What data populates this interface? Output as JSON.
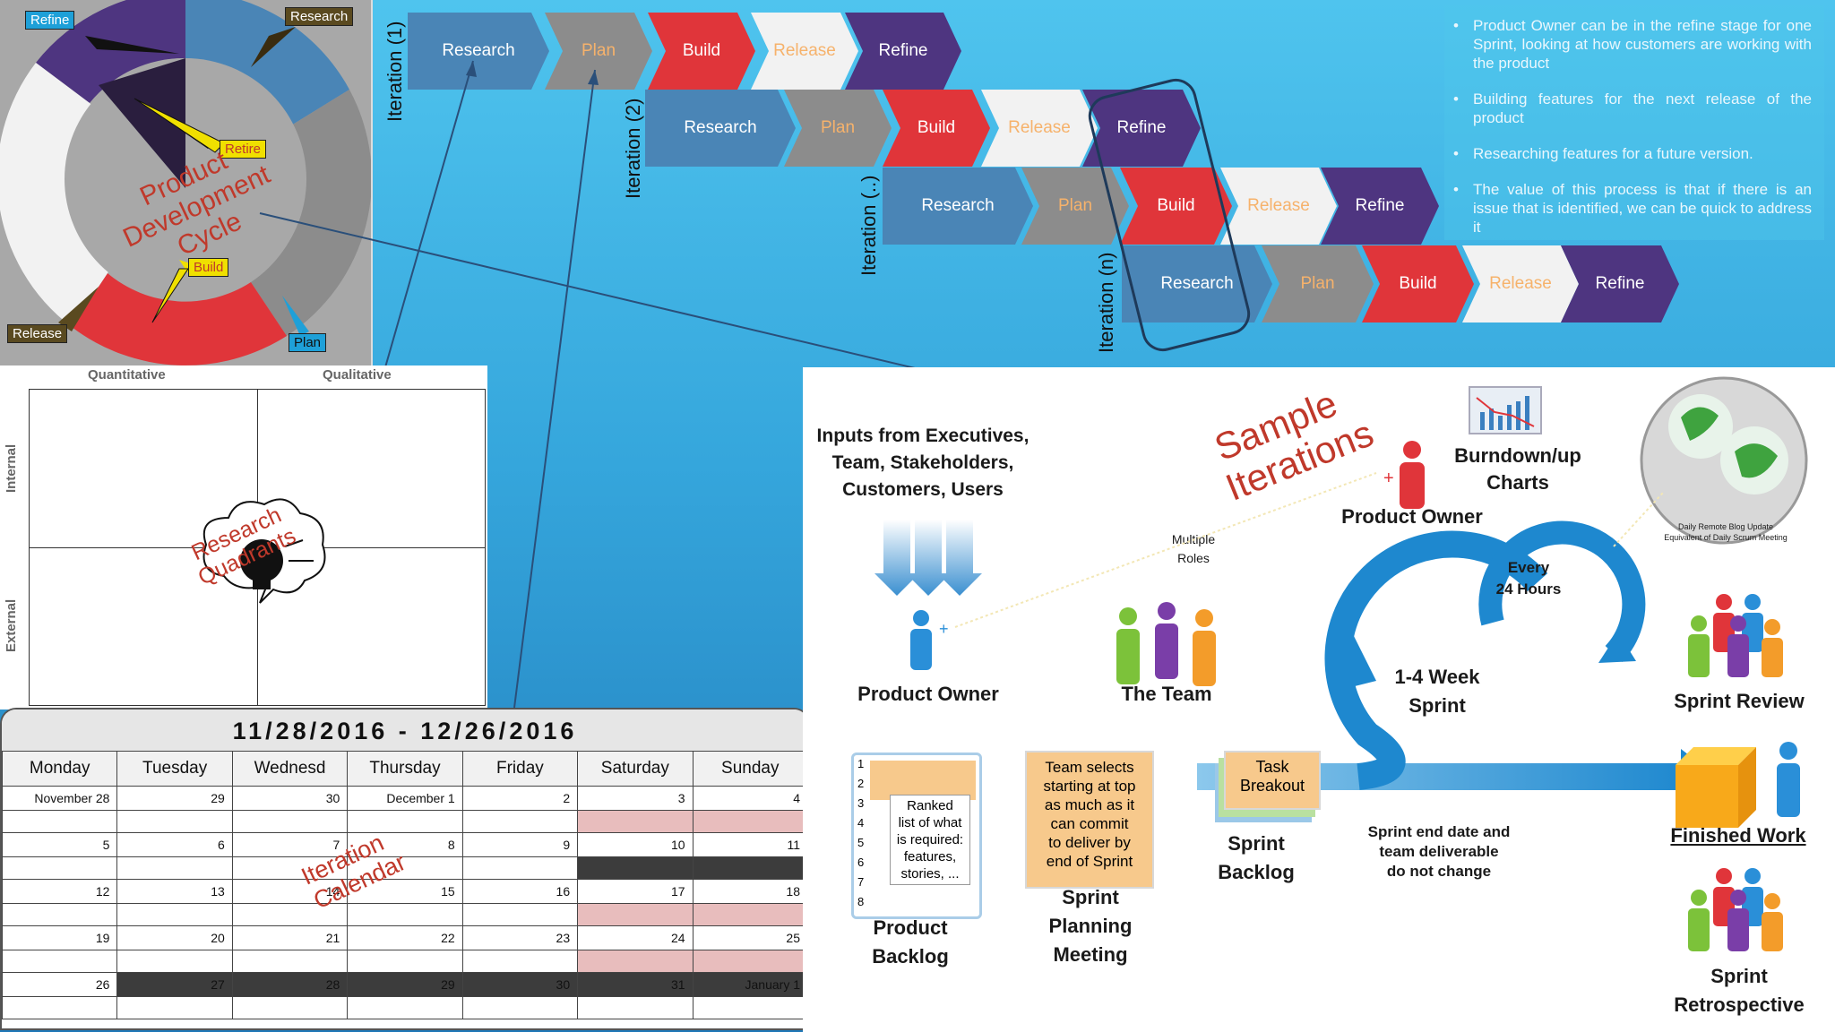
{
  "cycle": {
    "callouts": {
      "refine": "Refine",
      "research": "Research",
      "retire": "Retire",
      "build": "Build",
      "release": "Release",
      "plan": "Plan"
    },
    "center_label": [
      "Product",
      "Development",
      "Cycle"
    ],
    "colors": {
      "refine": "#4e3580",
      "research": "#4a85b6",
      "plan": "#8c8c8c",
      "build": "#e0353a",
      "release": "#f2f2f2"
    }
  },
  "iterations": [
    {
      "label": "Iteration (1)",
      "stages": [
        "Research",
        "Plan",
        "Build",
        "Release",
        "Refine"
      ]
    },
    {
      "label": "Iteration (2)",
      "stages": [
        "Research",
        "Plan",
        "Build",
        "Release",
        "Refine"
      ]
    },
    {
      "label": "Iteration (..)",
      "stages": [
        "Research",
        "Plan",
        "Build",
        "Release",
        "Refine"
      ]
    },
    {
      "label": "Iteration (n)",
      "stages": [
        "Research",
        "Plan",
        "Build",
        "Release",
        "Refine"
      ]
    }
  ],
  "info_bullets": [
    "Product Owner  can be in the refine stage for one Sprint, looking at how customers are working with the product",
    "Building features for the next release of the product",
    "Researching features for a future version.",
    "The value of this process is that if there is an issue that is identified, we can be quick to address it"
  ],
  "quadrants": {
    "col_headers": [
      "Quantitative",
      "Qualitative"
    ],
    "row_headers": [
      "Internal",
      "External"
    ],
    "label": [
      "Research",
      "Quadrants"
    ]
  },
  "calendar": {
    "title": "11/28/2016 - 12/26/2016",
    "days": [
      "Monday",
      "Tuesday",
      "Wednesd",
      "Thursday",
      "Friday",
      "Saturday",
      "Sunday"
    ],
    "weeks": [
      [
        "November 28",
        "29",
        "30",
        "December 1",
        "2",
        "3",
        "4"
      ],
      [
        "5",
        "6",
        "7",
        "8",
        "9",
        "10",
        "11"
      ],
      [
        "12",
        "13",
        "14",
        "15",
        "16",
        "17",
        "18"
      ],
      [
        "19",
        "20",
        "21",
        "22",
        "23",
        "24",
        "25"
      ],
      [
        "26",
        "27",
        "28",
        "29",
        "30",
        "31",
        "January 1"
      ]
    ],
    "label": [
      "Iteration",
      "Calendar"
    ]
  },
  "scrum": {
    "inputs": [
      "Inputs from Executives,",
      "Team, Stakeholders,",
      "Customers, Users"
    ],
    "product_owner_left": "Product Owner",
    "multiple_roles": [
      "Multiple",
      "Roles"
    ],
    "team": "The Team",
    "product_owner_top": "Product Owner",
    "burndown": [
      "Burndown/up",
      "Charts"
    ],
    "every": [
      "Every",
      "24 Hours"
    ],
    "sprint_loop": [
      "1-4 Week",
      "Sprint"
    ],
    "globe_caption": [
      "Daily Remote Blog Update",
      "Equivalent of Daily Scrum Meeting"
    ],
    "sprint_review": "Sprint Review",
    "finished_work": "Finished Work",
    "sprint_retro": [
      "Sprint",
      "Retrospective"
    ],
    "backlog_numbers": [
      "1",
      "2",
      "3",
      "4",
      "5",
      "6",
      "7",
      "8"
    ],
    "backlog_note": [
      "Ranked",
      "list of what",
      "is required:",
      "features,",
      "stories, ..."
    ],
    "product_backlog": [
      "Product",
      "Backlog"
    ],
    "planning_note": [
      "Team selects",
      "starting at top",
      "as much as it",
      "can commit",
      "to deliver by",
      "end of Sprint"
    ],
    "planning": [
      "Sprint",
      "Planning",
      "Meeting"
    ],
    "task": [
      "Task",
      "Breakout"
    ],
    "sprint_backlog": [
      "Sprint",
      "Backlog"
    ],
    "end_note": [
      "Sprint end date and",
      "team deliverable",
      "do not change"
    ],
    "sample_label": [
      "Sample",
      "Iterations"
    ]
  }
}
